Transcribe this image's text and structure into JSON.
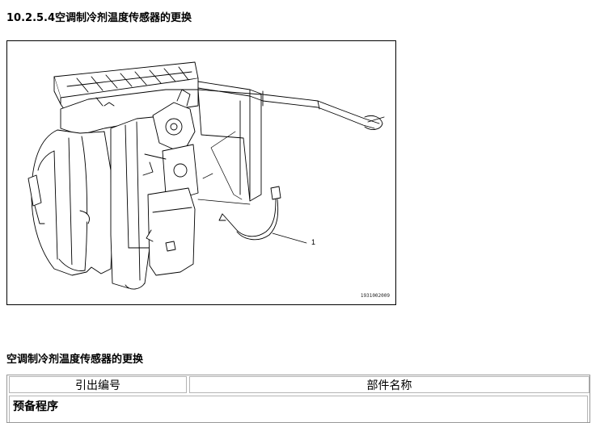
{
  "document": {
    "section_title": "10.2.5.4空调制冷剂温度传感器的更换",
    "subtitle": "空调制冷剂温度传感器的更换"
  },
  "figure": {
    "figure_id": "1931002009",
    "callout_number": "1",
    "line_color": "#000000"
  },
  "parts_table": {
    "headers": [
      "引出编号",
      "部件名称"
    ],
    "section_label": "预备程序"
  }
}
